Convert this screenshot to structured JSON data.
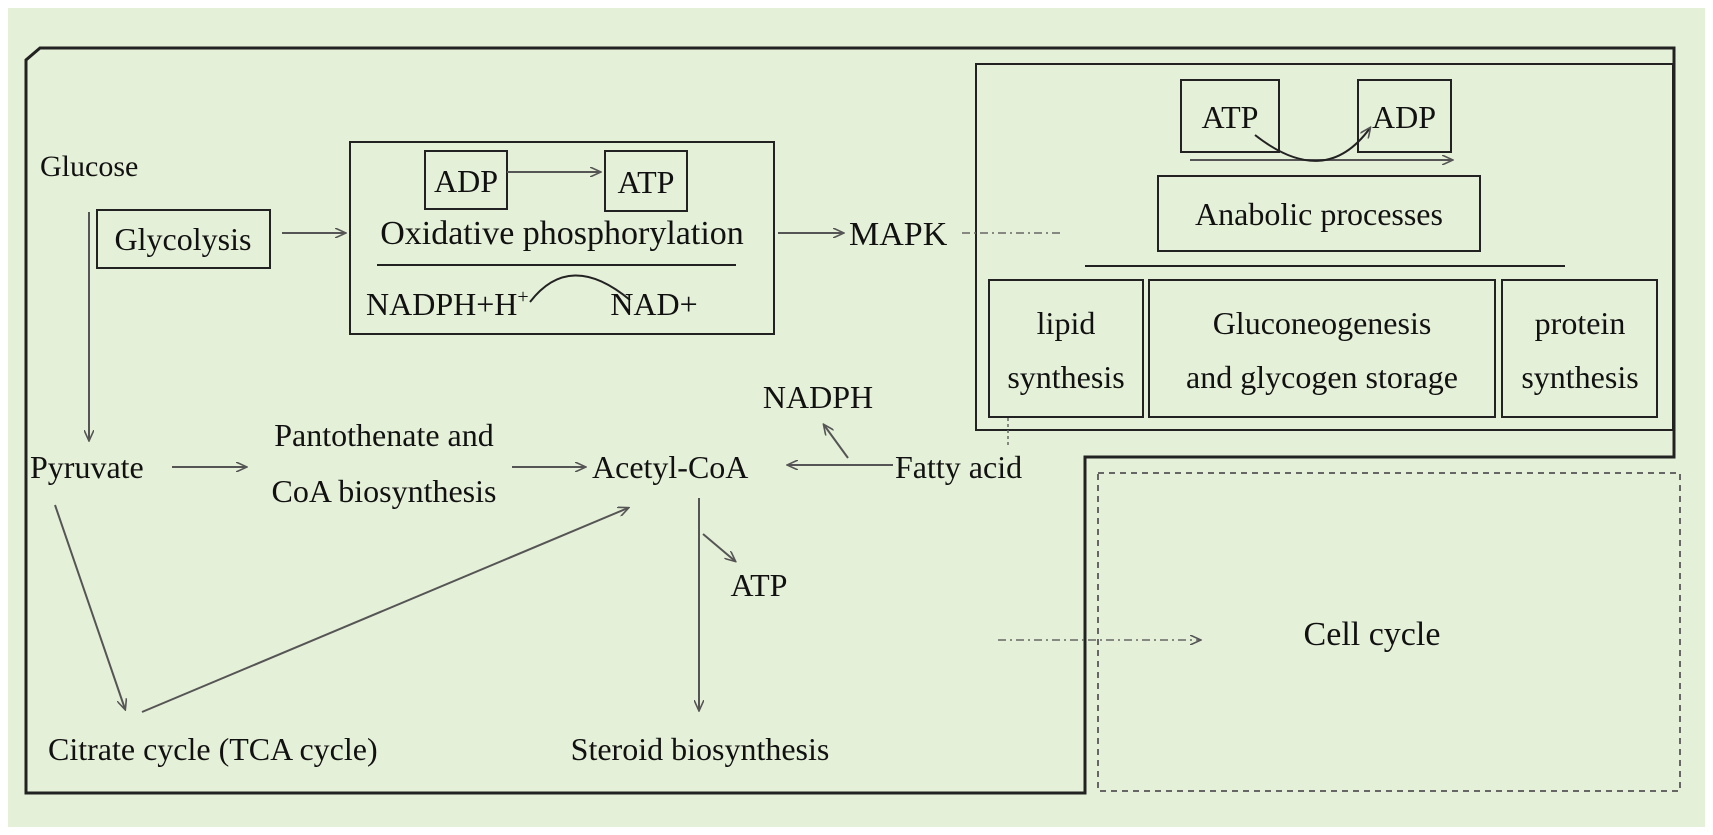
{
  "colors": {
    "background": "#e5f0d8",
    "stroke": "#222222",
    "arrow": "#555555"
  },
  "labels": {
    "glucose": "Glucose",
    "glycolysis": "Glycolysis",
    "adp_left": "ADP",
    "atp_left": "ATP",
    "oxidative_phosphorylation": "Oxidative phosphorylation",
    "nadph_h": "NADPH+H",
    "nadph_h_sup": "+",
    "nad_plus": "NAD+",
    "mapk": "MAPK",
    "atp_right": "ATP",
    "adp_right": "ADP",
    "anabolic_processes": "Anabolic processes",
    "lipid_synthesis_line1": "lipid",
    "lipid_synthesis_line2": "synthesis",
    "gluconeogenesis_line1": "Gluconeogenesis",
    "gluconeogenesis_line2": "and glycogen storage",
    "protein_synthesis_line1": "protein",
    "protein_synthesis_line2": "synthesis",
    "nadph": "NADPH",
    "pyruvate": "Pyruvate",
    "pantothenate_line1": "Pantothenate and",
    "pantothenate_line2": "CoA biosynthesis",
    "acetyl_coa": "Acetyl-CoA",
    "fatty_acid": "Fatty acid",
    "atp_mid": "ATP",
    "cell_cycle": "Cell cycle",
    "citrate_cycle": "Citrate cycle (TCA cycle)",
    "steroid_biosynthesis": "Steroid biosynthesis"
  }
}
